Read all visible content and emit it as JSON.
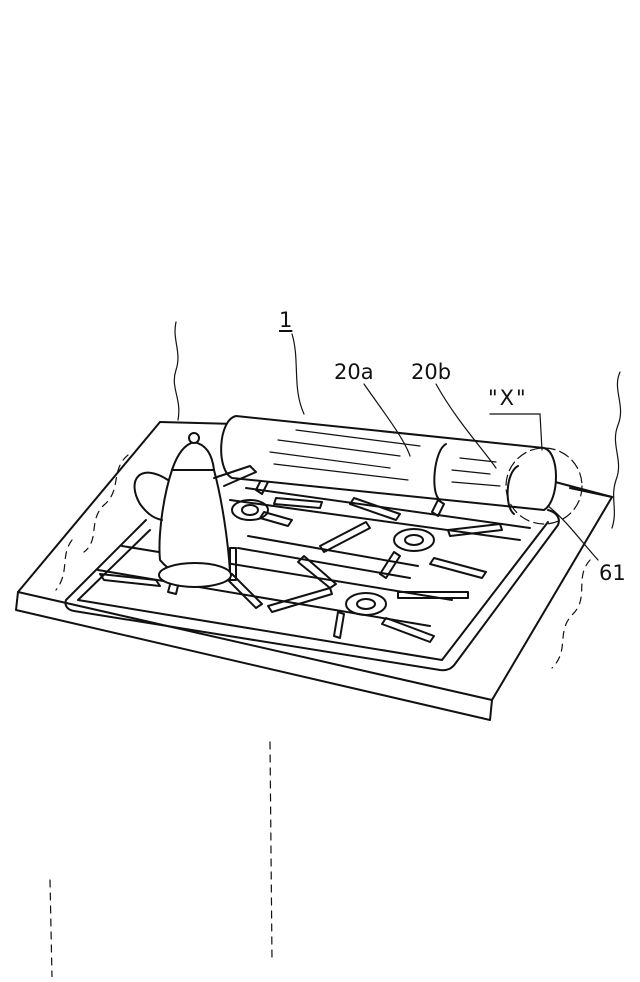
{
  "labels": {
    "appliance": "1",
    "part_a": "20a",
    "part_b": "20b",
    "detail": "\"X\"",
    "part_61": "61"
  }
}
